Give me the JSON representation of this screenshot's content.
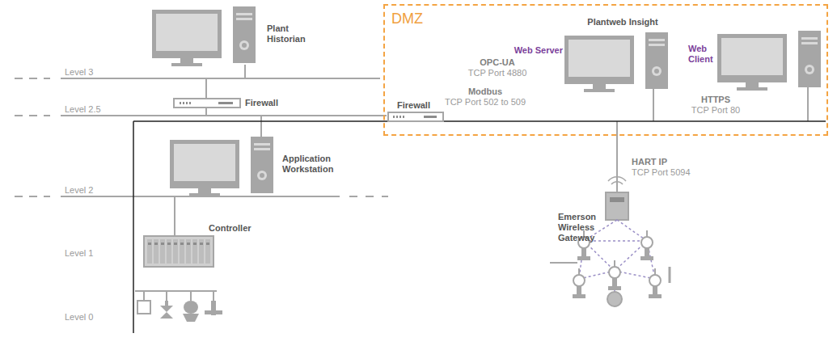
{
  "diagram": {
    "nodes": [
      {
        "text": [
          "DMZ"
        ]
      }
    ],
    "labels": [
      "Plant Historian",
      "Level 3",
      "Firewall",
      "Level 2.5",
      "Application Workstation",
      "Level 2",
      "Controller",
      "Level 1",
      "Level 0",
      "Plantweb Insight",
      "Web Server",
      "OPC-UA",
      "TCP Port 4880",
      "Modbus",
      "TCP Port 502 to 509",
      "Firewall",
      "Web Client",
      "HTTPS",
      "TCP Port 80",
      "HART IP",
      "TCP Port 5094",
      "Emerson Wireless Gateway"
    ]
  }
}
